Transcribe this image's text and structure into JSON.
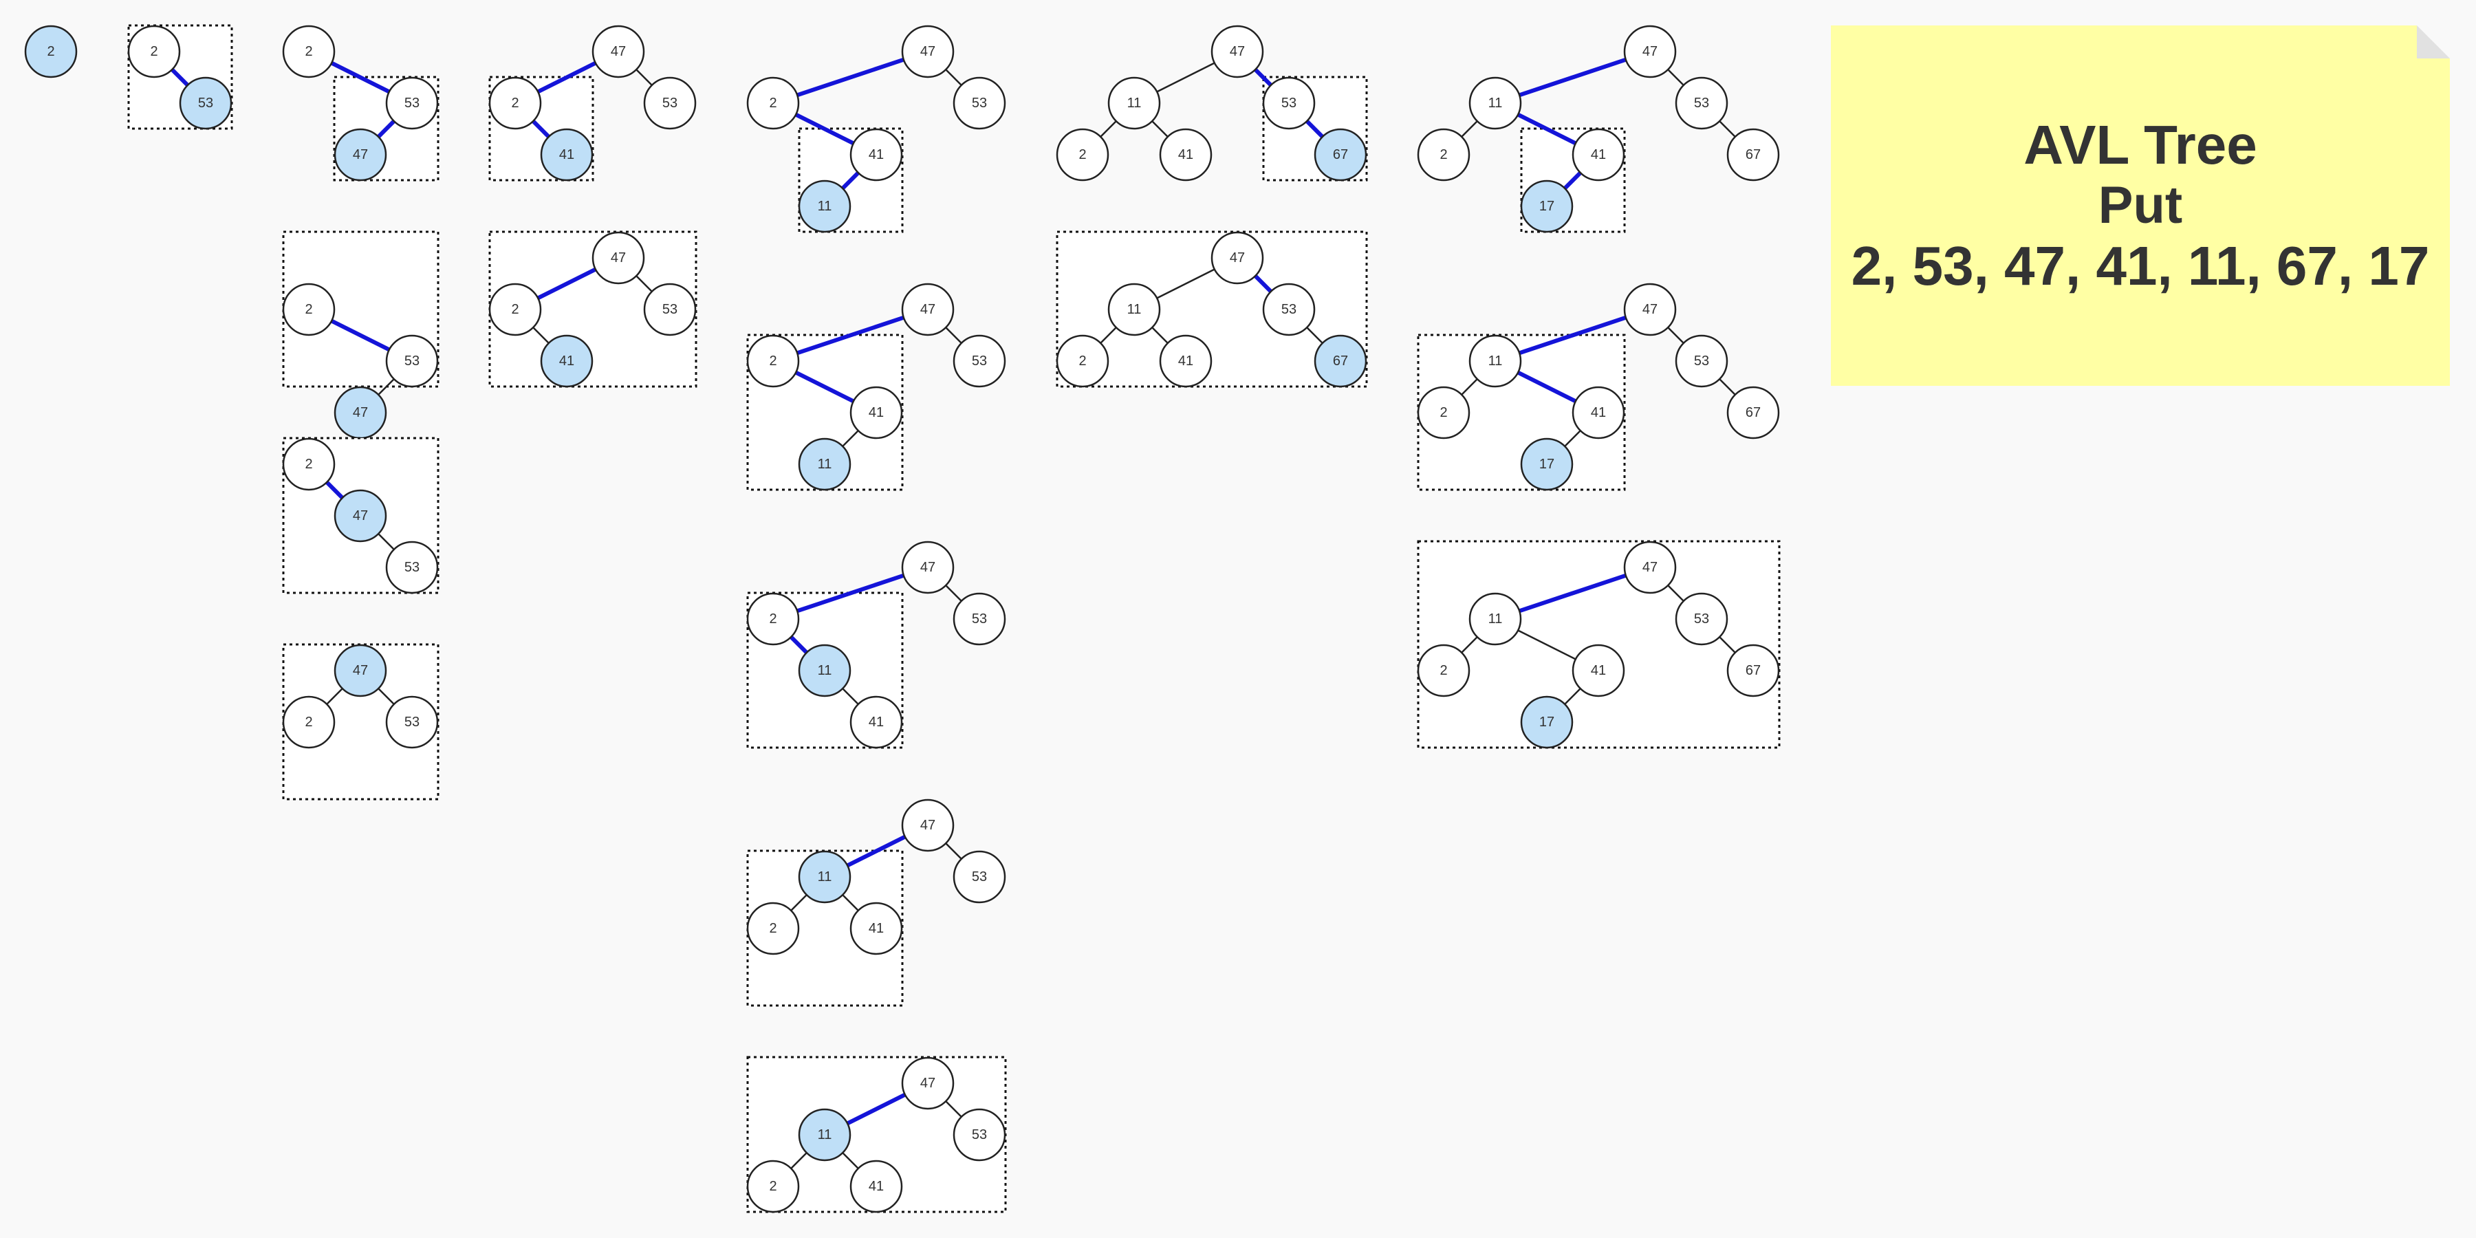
{
  "note": {
    "line1": "AVL Tree",
    "line2": "Put",
    "line3": "2, 53, 47, 41, 11, 67, 17"
  },
  "colors": {
    "background": "#f9f9f9",
    "node_fill": "#ffffff",
    "highlight_fill": "#bfdff7",
    "highlight_edge": "#1414d8",
    "edge": "#222222",
    "note_fill": "#ffffa4"
  },
  "trees": [
    {
      "nodes": [
        {
          "label": "2",
          "hl": true
        }
      ],
      "edges": []
    },
    {
      "nodes": [
        {
          "label": "2"
        },
        {
          "label": "53",
          "hl": true
        }
      ],
      "edges": [
        [
          0,
          1,
          true
        ]
      ]
    },
    {
      "nodes": [
        {
          "label": "2"
        },
        {
          "label": "53"
        },
        {
          "label": "47",
          "hl": true
        }
      ],
      "edges": [
        [
          0,
          1,
          true
        ],
        [
          1,
          2,
          true
        ]
      ]
    },
    {
      "nodes": [
        {
          "label": "2"
        },
        {
          "label": "53"
        },
        {
          "label": "47",
          "hl": true
        }
      ],
      "edges": [
        [
          0,
          1,
          true
        ],
        [
          1,
          2,
          false
        ]
      ]
    },
    {
      "nodes": [
        {
          "label": "2"
        },
        {
          "label": "47",
          "hl": true
        },
        {
          "label": "53"
        }
      ],
      "edges": [
        [
          0,
          1,
          true
        ],
        [
          1,
          2,
          false
        ]
      ]
    },
    {
      "nodes": [
        {
          "label": "47",
          "hl": true
        },
        {
          "label": "2"
        },
        {
          "label": "53"
        }
      ],
      "edges": [
        [
          0,
          1,
          false
        ],
        [
          0,
          2,
          false
        ]
      ]
    },
    {
      "nodes": [
        {
          "label": "47"
        },
        {
          "label": "2"
        },
        {
          "label": "53"
        },
        {
          "label": "41",
          "hl": true
        }
      ],
      "edges": [
        [
          0,
          1,
          true
        ],
        [
          0,
          2,
          false
        ],
        [
          1,
          3,
          true
        ]
      ]
    },
    {
      "nodes": [
        {
          "label": "47"
        },
        {
          "label": "2"
        },
        {
          "label": "53"
        },
        {
          "label": "41",
          "hl": true
        }
      ],
      "edges": [
        [
          0,
          1,
          true
        ],
        [
          0,
          2,
          false
        ],
        [
          1,
          3,
          false
        ]
      ]
    },
    {
      "nodes": [
        {
          "label": "47"
        },
        {
          "label": "2"
        },
        {
          "label": "53"
        },
        {
          "label": "41"
        },
        {
          "label": "11",
          "hl": true
        }
      ],
      "edges": [
        [
          0,
          1,
          true
        ],
        [
          0,
          2,
          false
        ],
        [
          1,
          3,
          true
        ],
        [
          3,
          4,
          true
        ]
      ]
    },
    {
      "nodes": [
        {
          "label": "47"
        },
        {
          "label": "2"
        },
        {
          "label": "53"
        },
        {
          "label": "41"
        },
        {
          "label": "11",
          "hl": true
        }
      ],
      "edges": [
        [
          0,
          1,
          true
        ],
        [
          0,
          2,
          false
        ],
        [
          1,
          3,
          true
        ],
        [
          3,
          4,
          false
        ]
      ]
    },
    {
      "nodes": [
        {
          "label": "47"
        },
        {
          "label": "2"
        },
        {
          "label": "53"
        },
        {
          "label": "11",
          "hl": true
        },
        {
          "label": "41"
        }
      ],
      "edges": [
        [
          0,
          1,
          true
        ],
        [
          0,
          2,
          false
        ],
        [
          1,
          3,
          true
        ],
        [
          3,
          4,
          false
        ]
      ]
    },
    {
      "nodes": [
        {
          "label": "47"
        },
        {
          "label": "11",
          "hl": true
        },
        {
          "label": "53"
        },
        {
          "label": "2"
        },
        {
          "label": "41"
        }
      ],
      "edges": [
        [
          0,
          1,
          true
        ],
        [
          0,
          2,
          false
        ],
        [
          1,
          3,
          false
        ],
        [
          1,
          4,
          false
        ]
      ]
    },
    {
      "nodes": [
        {
          "label": "47"
        },
        {
          "label": "11",
          "hl": true
        },
        {
          "label": "53"
        },
        {
          "label": "2"
        },
        {
          "label": "41"
        }
      ],
      "edges": [
        [
          0,
          1,
          true
        ],
        [
          0,
          2,
          false
        ],
        [
          1,
          3,
          false
        ],
        [
          1,
          4,
          false
        ]
      ]
    },
    {
      "nodes": [
        {
          "label": "47"
        },
        {
          "label": "11"
        },
        {
          "label": "53"
        },
        {
          "label": "2"
        },
        {
          "label": "41"
        },
        {
          "label": "67",
          "hl": true
        }
      ],
      "edges": [
        [
          0,
          1,
          false
        ],
        [
          0,
          2,
          true
        ],
        [
          1,
          3,
          false
        ],
        [
          1,
          4,
          false
        ],
        [
          2,
          5,
          true
        ]
      ]
    },
    {
      "nodes": [
        {
          "label": "47"
        },
        {
          "label": "11"
        },
        {
          "label": "53"
        },
        {
          "label": "2"
        },
        {
          "label": "41"
        },
        {
          "label": "67",
          "hl": true
        }
      ],
      "edges": [
        [
          0,
          1,
          false
        ],
        [
          0,
          2,
          true
        ],
        [
          1,
          3,
          false
        ],
        [
          1,
          4,
          false
        ],
        [
          2,
          5,
          false
        ]
      ]
    },
    {
      "nodes": [
        {
          "label": "47"
        },
        {
          "label": "11"
        },
        {
          "label": "53"
        },
        {
          "label": "2"
        },
        {
          "label": "41"
        },
        {
          "label": "67"
        },
        {
          "label": "17",
          "hl": true
        }
      ],
      "edges": [
        [
          0,
          1,
          true
        ],
        [
          0,
          2,
          false
        ],
        [
          1,
          3,
          false
        ],
        [
          1,
          4,
          true
        ],
        [
          2,
          5,
          false
        ],
        [
          4,
          6,
          true
        ]
      ]
    },
    {
      "nodes": [
        {
          "label": "47"
        },
        {
          "label": "11"
        },
        {
          "label": "53"
        },
        {
          "label": "2"
        },
        {
          "label": "41"
        },
        {
          "label": "67"
        },
        {
          "label": "17",
          "hl": true
        }
      ],
      "edges": [
        [
          0,
          1,
          true
        ],
        [
          0,
          2,
          false
        ],
        [
          1,
          3,
          false
        ],
        [
          1,
          4,
          true
        ],
        [
          2,
          5,
          false
        ],
        [
          4,
          6,
          false
        ]
      ]
    },
    {
      "nodes": [
        {
          "label": "47"
        },
        {
          "label": "11"
        },
        {
          "label": "53"
        },
        {
          "label": "2"
        },
        {
          "label": "41"
        },
        {
          "label": "67"
        },
        {
          "label": "17",
          "hl": true
        }
      ],
      "edges": [
        [
          0,
          1,
          true
        ],
        [
          0,
          2,
          false
        ],
        [
          1,
          3,
          false
        ],
        [
          1,
          4,
          false
        ],
        [
          2,
          5,
          false
        ],
        [
          4,
          6,
          false
        ]
      ]
    }
  ]
}
